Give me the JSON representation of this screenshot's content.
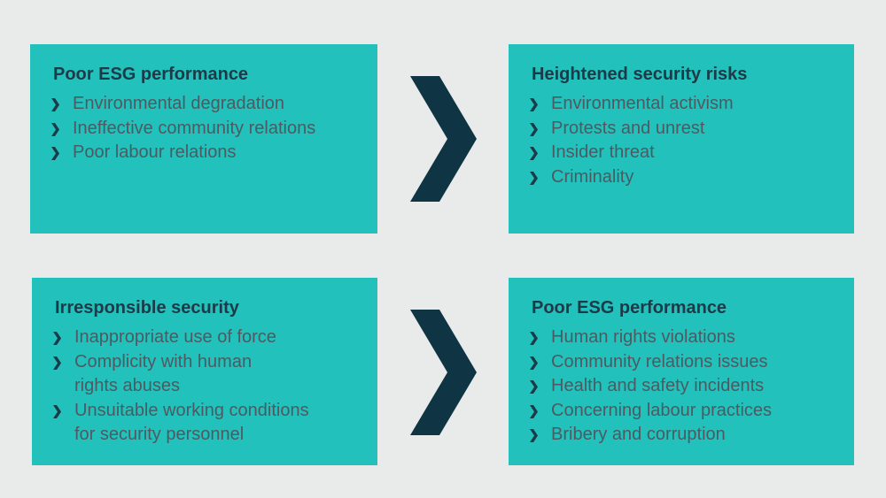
{
  "colors": {
    "background": "#e9ebeb",
    "box_fill": "#22c1bb",
    "title_text": "#1d3a48",
    "item_text": "#4c5b62",
    "arrow": "#0f3443"
  },
  "icons": {
    "bullet": "chevron-right-icon",
    "flow_arrow": "chevron-arrow-icon"
  },
  "top_left": {
    "title": "Poor ESG performance",
    "items": [
      "Environmental degradation",
      "Ineffective community relations",
      "Poor labour relations"
    ]
  },
  "top_right": {
    "title": "Heightened security risks",
    "items": [
      "Environmental activism",
      "Protests and unrest",
      "Insider threat",
      "Criminality"
    ]
  },
  "bottom_left": {
    "title": "Irresponsible security",
    "items": [
      {
        "line1": "Inappropriate use of force",
        "line2": ""
      },
      {
        "line1": "Complicity with human",
        "line2": "rights abuses"
      },
      {
        "line1": "Unsuitable working conditions",
        "line2": "for security personnel"
      }
    ]
  },
  "bottom_right": {
    "title": "Poor ESG performance",
    "items": [
      "Human rights violations",
      "Community relations issues",
      "Health and safety incidents",
      "Concerning labour practices",
      "Bribery and corruption"
    ]
  }
}
